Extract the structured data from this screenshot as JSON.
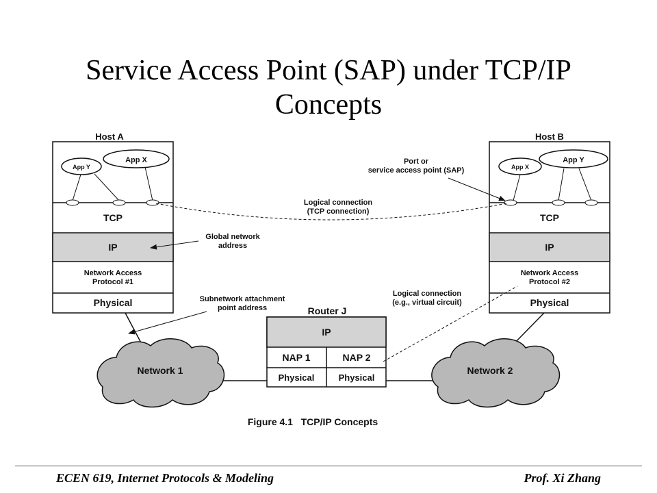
{
  "slide": {
    "title_line1": "Service Access Point (SAP) under TCP/IP",
    "title_line2": "Concepts"
  },
  "figure": {
    "host_a": {
      "label": "Host A",
      "app_y": "App Y",
      "app_x": "App X",
      "tcp": "TCP",
      "ip": "IP",
      "nap_line1": "Network Access",
      "nap_line2": "Protocol #1",
      "physical": "Physical"
    },
    "host_b": {
      "label": "Host B",
      "app_x": "App X",
      "app_y": "App Y",
      "tcp": "TCP",
      "ip": "IP",
      "nap_line1": "Network Access",
      "nap_line2": "Protocol #2",
      "physical": "Physical"
    },
    "router": {
      "label": "Router J",
      "ip": "IP",
      "nap1": "NAP 1",
      "nap2": "NAP 2",
      "physical1": "Physical",
      "physical2": "Physical"
    },
    "network1": "Network 1",
    "network2": "Network 2",
    "annotations": {
      "sap_line1": "Port or",
      "sap_line2": "service access point (SAP)",
      "logical_tcp_line1": "Logical connection",
      "logical_tcp_line2": "(TCP connection)",
      "global_line1": "Global network",
      "global_line2": "address",
      "subnet_line1": "Subnetwork attachment",
      "subnet_line2": "point address",
      "logical_vc_line1": "Logical connection",
      "logical_vc_line2": "(e.g., virtual circuit)"
    },
    "caption": "Figure 4.1   TCP/IP Concepts",
    "colors": {
      "shaded_layer": "#d3d3d3",
      "cloud": "#b8b8b8",
      "line": "#111111"
    }
  },
  "footer": {
    "left": "ECEN 619, Internet Protocols & Modeling",
    "right": "Prof. Xi Zhang"
  }
}
